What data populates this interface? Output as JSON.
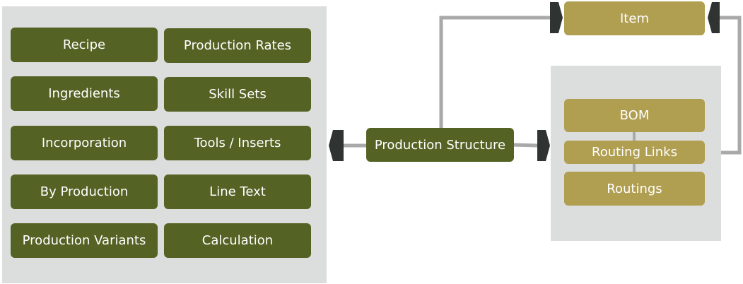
{
  "left_group": {
    "items": [
      "Recipe",
      "Production Rates",
      "Ingredients",
      "Skill Sets",
      "Incorporation",
      "Tools / Inserts",
      "By Production",
      "Line Text",
      "Production Variants",
      "Calculation"
    ]
  },
  "center": {
    "label": "Production Structure"
  },
  "item": {
    "label": "Item"
  },
  "right_group": {
    "bom": "BOM",
    "routing_links": "Routing Links",
    "routings": "Routings"
  },
  "colors": {
    "panel": "#dcdedd",
    "green": "#546224",
    "gold": "#b09e51",
    "connector": "#a9a9a9",
    "arrow": "#2f3331"
  }
}
